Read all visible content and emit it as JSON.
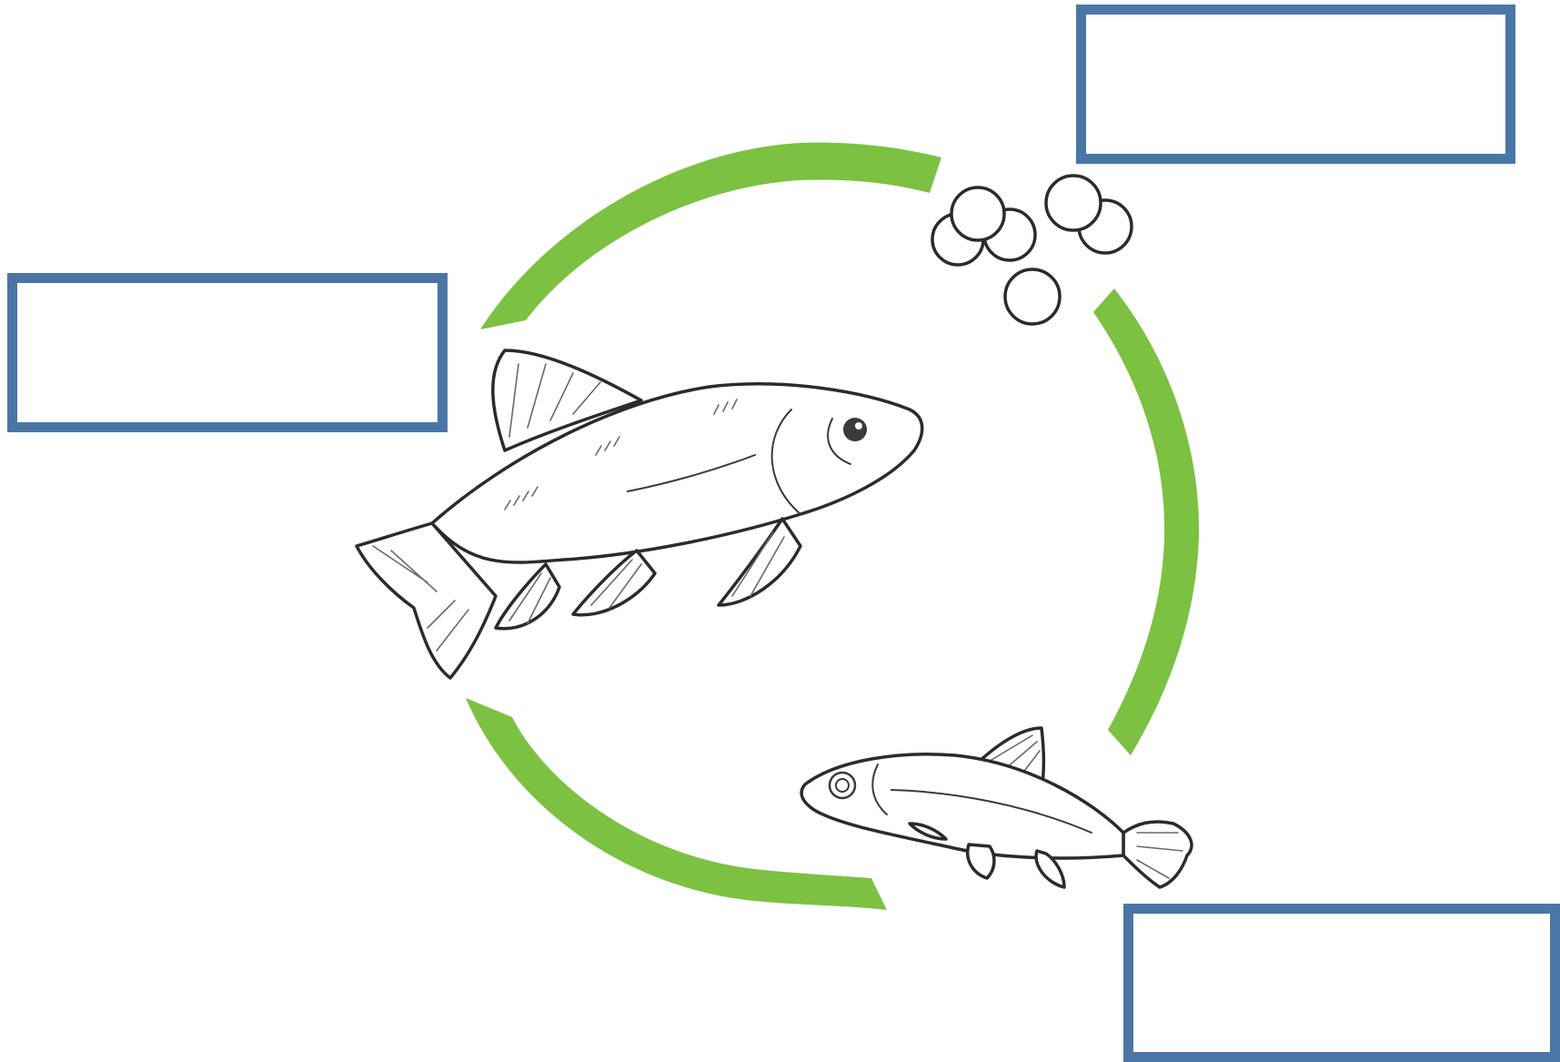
{
  "diagram": {
    "colors": {
      "cycle_arrow": "#7cc142",
      "label_border": "#4a76a6",
      "outline": "#2b2b2b"
    },
    "stages": [
      {
        "key": "egg",
        "icon": "egg-cluster-icon",
        "label": ""
      },
      {
        "key": "young_fish",
        "icon": "young-fish-icon",
        "label": ""
      },
      {
        "key": "adult_fish",
        "icon": "adult-fish-icon",
        "label": ""
      }
    ]
  }
}
